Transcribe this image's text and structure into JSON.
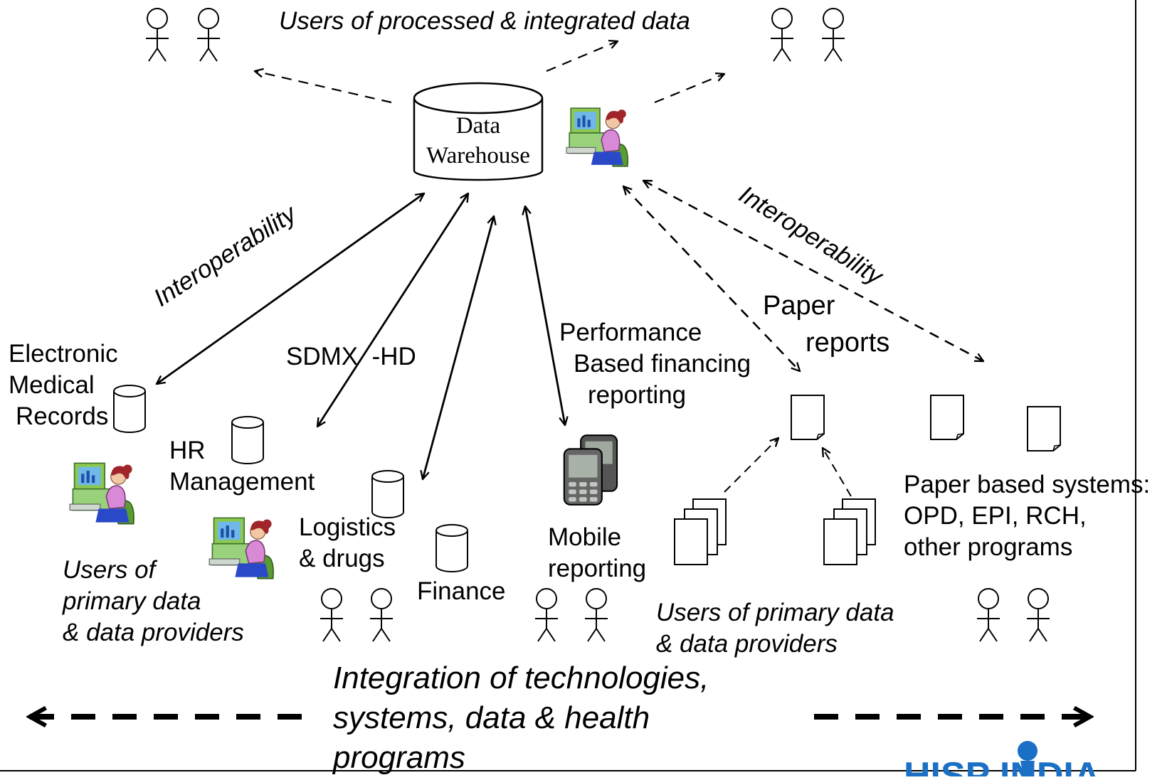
{
  "central": {
    "warehouse_label_line1": "Data",
    "warehouse_label_line2": "Warehouse"
  },
  "top_users_caption": "Users of processed & integrated data",
  "interop_left": "Interoperability",
  "interop_right": "Interoperability",
  "standard_label": "SDMX  -HD",
  "sources": {
    "emr": [
      "Electronic",
      "Medical",
      "Records"
    ],
    "hr": [
      "HR",
      "Management"
    ],
    "logistics": [
      "Logistics",
      "& drugs"
    ],
    "finance": "Finance",
    "pbf": [
      "Performance",
      "Based financing",
      "reporting"
    ],
    "mobile": [
      "Mobile",
      "reporting"
    ]
  },
  "paper_reports": [
    "Paper",
    "reports"
  ],
  "paper_systems": [
    "Paper based systems:",
    "OPD, EPI, RCH,",
    "other programs"
  ],
  "users_primary_left": [
    "Users of",
    "primary data",
    "& data providers"
  ],
  "users_primary_right": [
    "Users of primary data",
    "& data providers"
  ],
  "integration_caption": [
    "Integration of technologies,",
    "systems, data & health",
    "programs"
  ],
  "logo": {
    "text": "HISP INDIA",
    "color": "#1b6fc4"
  }
}
